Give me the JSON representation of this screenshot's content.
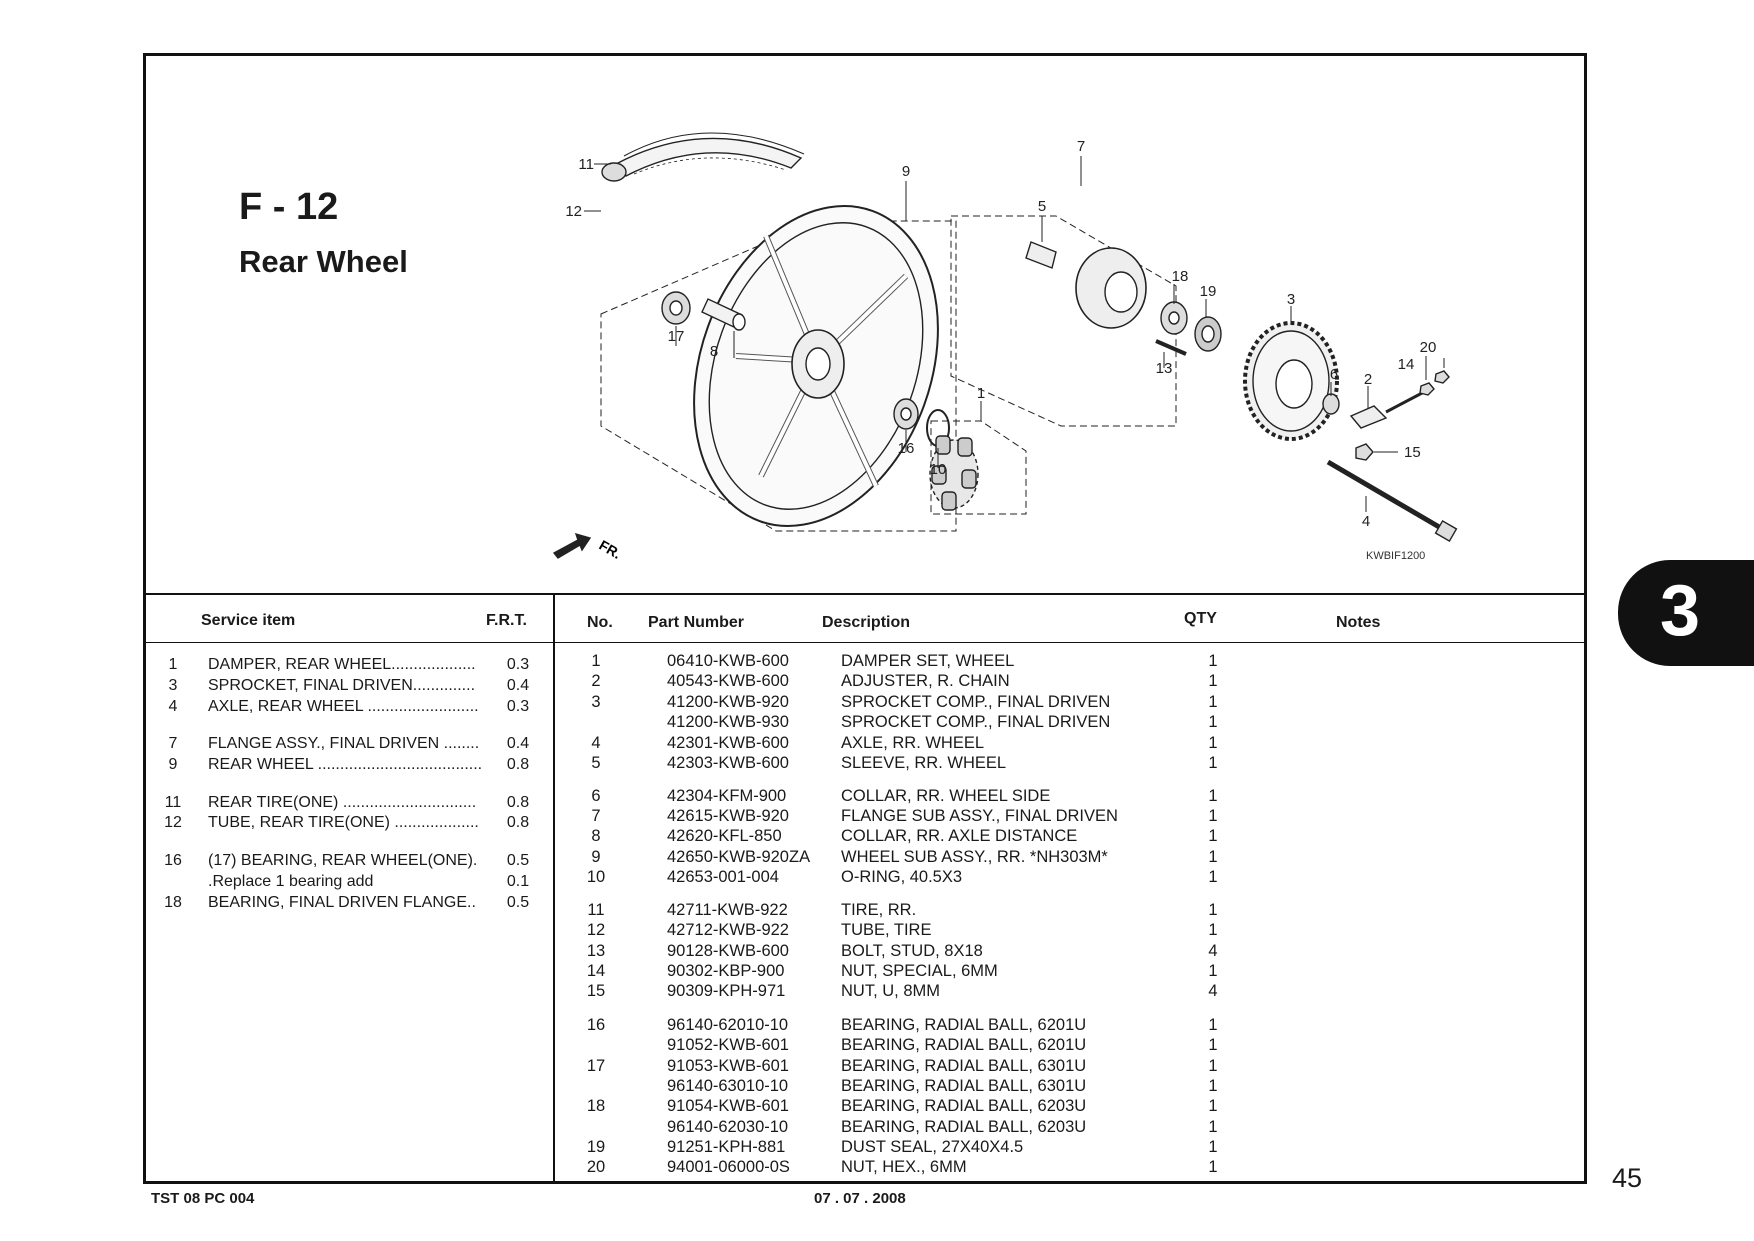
{
  "figure": {
    "code": "F - 12",
    "title": "Rear Wheel",
    "image_code": "KWBIF1200",
    "front_label": "FR."
  },
  "callouts": [
    "1",
    "2",
    "3",
    "4",
    "5",
    "6",
    "7",
    "8",
    "9",
    "10",
    "11",
    "12",
    "13",
    "14",
    "15",
    "16",
    "17",
    "18",
    "19",
    "20"
  ],
  "service_table": {
    "headers": {
      "item": "Service item",
      "frt": "F.R.T."
    },
    "rows": [
      {
        "num": "1",
        "name": "DAMPER, REAR WHEEL...................",
        "frt": "0.3"
      },
      {
        "num": "3",
        "name": "SPROCKET, FINAL DRIVEN..............",
        "frt": "0.4"
      },
      {
        "num": "4",
        "name": "AXLE, REAR WHEEL .........................",
        "frt": "0.3"
      },
      {
        "num": "7",
        "name": "FLANGE ASSY., FINAL DRIVEN ........",
        "frt": "0.4"
      },
      {
        "num": "9",
        "name": "REAR WHEEL .....................................",
        "frt": "0.8"
      },
      {
        "num": "11",
        "name": "REAR TIRE(ONE) ..............................",
        "frt": "0.8"
      },
      {
        "num": "12",
        "name": "TUBE, REAR TIRE(ONE) ...................",
        "frt": "0.8"
      },
      {
        "num": "16",
        "name": "(17) BEARING, REAR WHEEL(ONE).",
        "frt": "0.5"
      },
      {
        "num": "",
        "name": ".Replace 1 bearing add",
        "frt": "0.1"
      },
      {
        "num": "18",
        "name": "BEARING, FINAL DRIVEN FLANGE..",
        "frt": "0.5"
      }
    ]
  },
  "parts_table": {
    "headers": {
      "no": "No.",
      "part": "Part Number",
      "desc": "Description",
      "qty": "QTY",
      "notes": "Notes"
    },
    "rows": [
      {
        "no": "1",
        "pn": "06410-KWB-600",
        "desc": "DAMPER SET, WHEEL",
        "qty": "1"
      },
      {
        "no": "2",
        "pn": "40543-KWB-600",
        "desc": "ADJUSTER, R. CHAIN",
        "qty": "1"
      },
      {
        "no": "3",
        "pn": "41200-KWB-920",
        "desc": "SPROCKET COMP., FINAL DRIVEN",
        "qty": "1"
      },
      {
        "no": "",
        "pn": "41200-KWB-930",
        "desc": "SPROCKET COMP., FINAL DRIVEN",
        "qty": "1"
      },
      {
        "no": "4",
        "pn": "42301-KWB-600",
        "desc": "AXLE, RR. WHEEL",
        "qty": "1"
      },
      {
        "no": "5",
        "pn": "42303-KWB-600",
        "desc": "SLEEVE, RR. WHEEL",
        "qty": "1"
      },
      {
        "no": "6",
        "pn": "42304-KFM-900",
        "desc": "COLLAR, RR. WHEEL SIDE",
        "qty": "1"
      },
      {
        "no": "7",
        "pn": "42615-KWB-920",
        "desc": "FLANGE SUB ASSY., FINAL DRIVEN",
        "qty": "1"
      },
      {
        "no": "8",
        "pn": "42620-KFL-850",
        "desc": "COLLAR, RR. AXLE DISTANCE",
        "qty": "1"
      },
      {
        "no": "9",
        "pn": "42650-KWB-920ZA",
        "desc": "WHEEL SUB ASSY., RR. *NH303M*",
        "qty": "1"
      },
      {
        "no": "10",
        "pn": "42653-001-004",
        "desc": "O-RING, 40.5X3",
        "qty": "1"
      },
      {
        "no": "11",
        "pn": "42711-KWB-922",
        "desc": "TIRE, RR.",
        "qty": "1"
      },
      {
        "no": "12",
        "pn": "42712-KWB-922",
        "desc": "TUBE, TIRE",
        "qty": "1"
      },
      {
        "no": "13",
        "pn": "90128-KWB-600",
        "desc": "BOLT, STUD, 8X18",
        "qty": "4"
      },
      {
        "no": "14",
        "pn": "90302-KBP-900",
        "desc": "NUT, SPECIAL, 6MM",
        "qty": "1"
      },
      {
        "no": "15",
        "pn": "90309-KPH-971",
        "desc": "NUT, U, 8MM",
        "qty": "4"
      },
      {
        "no": "16",
        "pn": "96140-62010-10",
        "desc": "BEARING, RADIAL BALL, 6201U",
        "qty": "1"
      },
      {
        "no": "",
        "pn": "91052-KWB-601",
        "desc": "BEARING, RADIAL BALL, 6201U",
        "qty": "1"
      },
      {
        "no": "17",
        "pn": "91053-KWB-601",
        "desc": "BEARING, RADIAL BALL, 6301U",
        "qty": "1"
      },
      {
        "no": "",
        "pn": "96140-63010-10",
        "desc": "BEARING, RADIAL BALL, 6301U",
        "qty": "1"
      },
      {
        "no": "18",
        "pn": "91054-KWB-601",
        "desc": "BEARING, RADIAL BALL, 6203U",
        "qty": "1"
      },
      {
        "no": "",
        "pn": "96140-62030-10",
        "desc": "BEARING, RADIAL BALL, 6203U",
        "qty": "1"
      },
      {
        "no": "19",
        "pn": "91251-KPH-881",
        "desc": "DUST SEAL, 27X40X4.5",
        "qty": "1"
      },
      {
        "no": "20",
        "pn": "94001-06000-0S",
        "desc": "NUT, HEX., 6MM",
        "qty": "1"
      }
    ]
  },
  "footer": {
    "left": "TST 08 PC 004",
    "date": "07 . 07 . 2008"
  },
  "page_number": "45",
  "section_tab": "3"
}
